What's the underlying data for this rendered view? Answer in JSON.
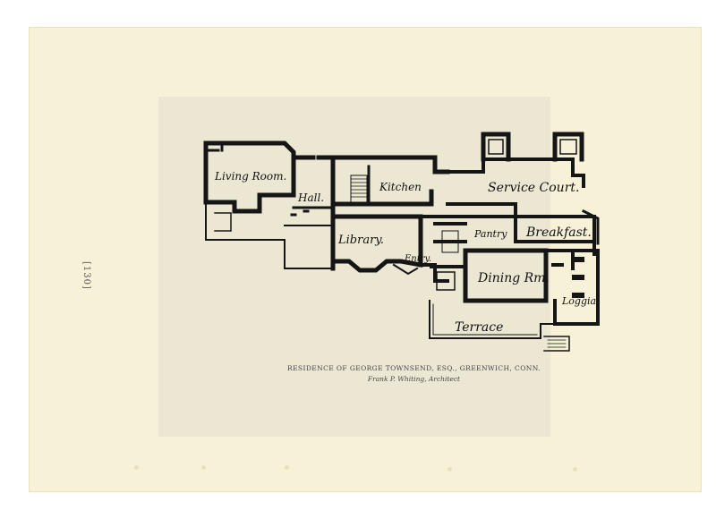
{
  "page_number": "[130]",
  "caption": {
    "title": "RESIDENCE OF GEORGE TOWNSEND, ESQ., GREENWICH, CONN.",
    "architect": "Frank P. Whiting, Architect"
  },
  "rooms": {
    "living_room": "Living Room.",
    "hall": "Hall.",
    "kitchen": "Kitchen",
    "service_court": "Service Court.",
    "library": "Library.",
    "pantry": "Pantry",
    "breakfast": "Breakfast.",
    "entry": "Entry.",
    "dining_room": "Dining Rm.",
    "loggia": "Loggia",
    "terrace": "Terrace"
  },
  "colors": {
    "paper": "#f7f1d8",
    "plate": "#ece7d2",
    "ink": "#151515"
  }
}
